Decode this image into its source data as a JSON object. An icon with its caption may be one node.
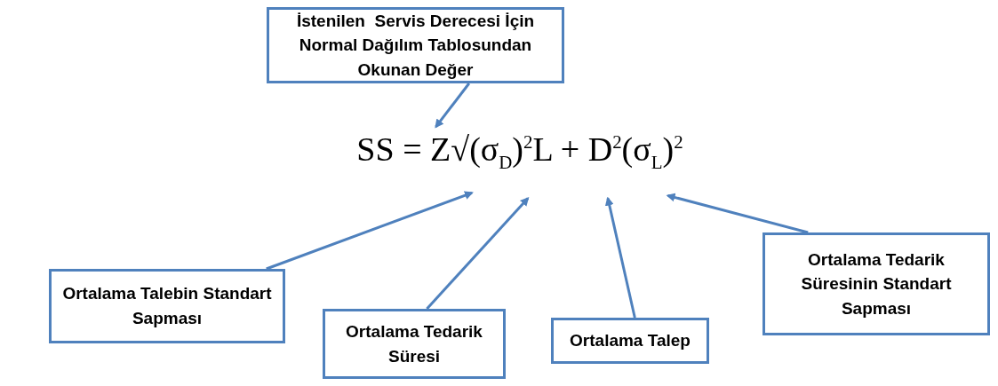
{
  "diagram": {
    "nodes": [
      {
        "text": [
          "İstenilen  Servis Derecesi İçin Normal Dağılım Tablosundan Okunan Değer"
        ]
      },
      {
        "text": [
          "Ortalama Talebin Standart Sapması"
        ]
      },
      {
        "text": [
          "Ortalama Tedarik Süresi"
        ]
      },
      {
        "text": [
          "Ortalama Talep"
        ]
      },
      {
        "text": [
          "Ortalama Tedarik Süresinin Standart Sapması"
        ]
      },
      {
        "text": [
          "SS = Z√(σ$_{D}$)$^{2}$L + D$^{2}$(σ$_{L}$)$^{2}$"
        ]
      }
    ],
    "edges": [
      {
        "from": 0,
        "to": 5,
        "arrow": "to"
      },
      {
        "from": 1,
        "to": 5,
        "arrow": "to"
      },
      {
        "from": 2,
        "to": 5,
        "arrow": "to"
      },
      {
        "from": 3,
        "to": 5,
        "arrow": "to"
      },
      {
        "from": 4,
        "to": 5,
        "arrow": "to"
      }
    ]
  }
}
